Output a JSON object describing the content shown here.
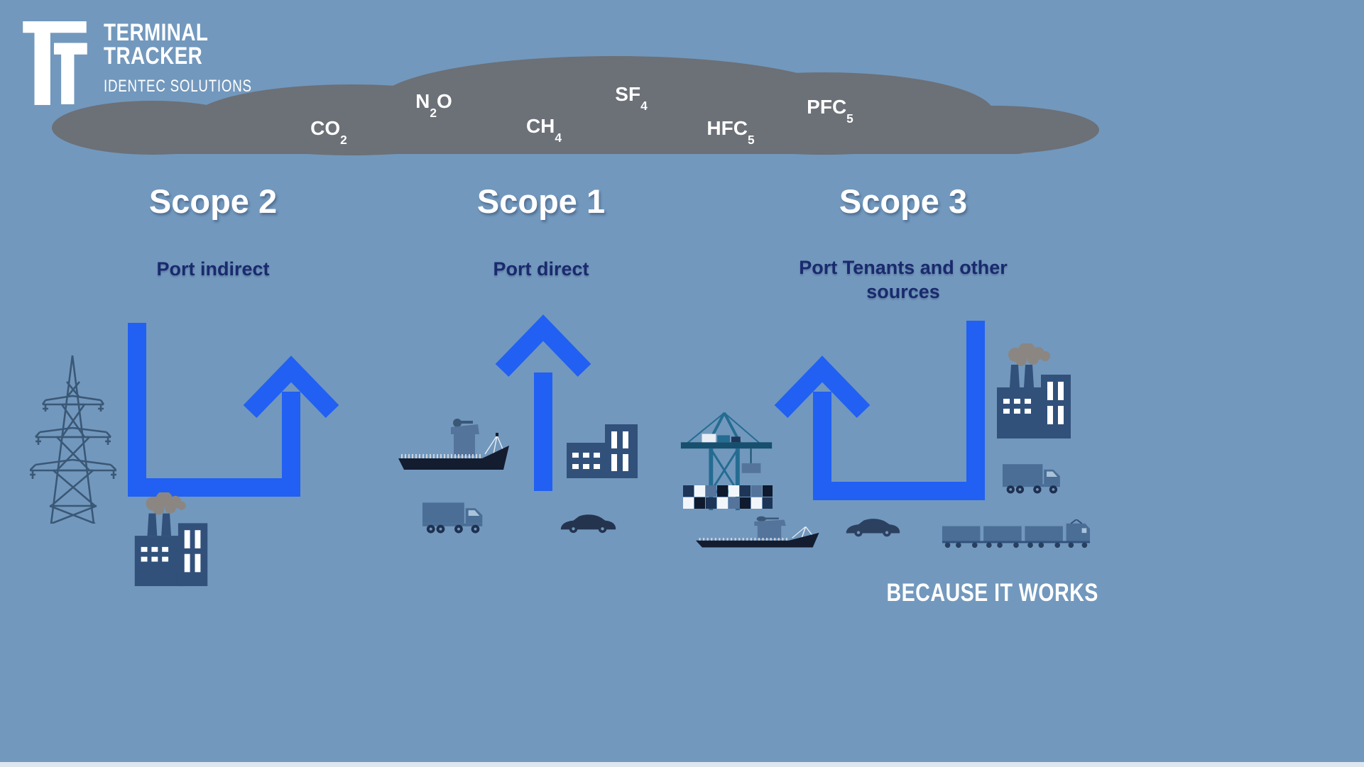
{
  "colors": {
    "background": "#7298BD",
    "cloud_gray": "#6C7077",
    "arrow_blue": "#2160F2",
    "heading_white": "#FFFFFF",
    "subtitle_navy": "#1A2A6E",
    "silhouette_slate": "#31517B",
    "silhouette_steel": "#4A6E96",
    "silhouette_dark": "#141C30",
    "crane_teal": "#256C92",
    "smoke_gray": "#8B8681"
  },
  "logo": {
    "brand_line1": "TERMINAL",
    "brand_line2": "TRACKER",
    "subtitle": "IDENTEC SOLUTIONS"
  },
  "cloud": {
    "gases": [
      {
        "pre": "CO",
        "sub": "2",
        "post": ""
      },
      {
        "pre": "N",
        "sub": "2",
        "post": "O"
      },
      {
        "pre": "CH",
        "sub": "4",
        "post": ""
      },
      {
        "pre": "SF",
        "sub": "4",
        "post": ""
      },
      {
        "pre": "HFC",
        "sub": "5",
        "post": ""
      },
      {
        "pre": "PFC",
        "sub": "5",
        "post": ""
      }
    ]
  },
  "scopes": [
    {
      "title": "Scope 2",
      "subtitle": "Port indirect",
      "icons": [
        "transmission-tower",
        "factory"
      ]
    },
    {
      "title": "Scope 1",
      "subtitle": "Port direct",
      "icons": [
        "cargo-ship",
        "truck",
        "office-building",
        "car"
      ]
    },
    {
      "title": "Scope 3",
      "subtitle": "Port Tenants and other sources",
      "icons": [
        "harbor-crane",
        "container-stack",
        "cargo-ship",
        "car",
        "freight-train",
        "factory",
        "truck"
      ]
    }
  ],
  "footer": {
    "tagline": "BECAUSE IT WORKS"
  }
}
